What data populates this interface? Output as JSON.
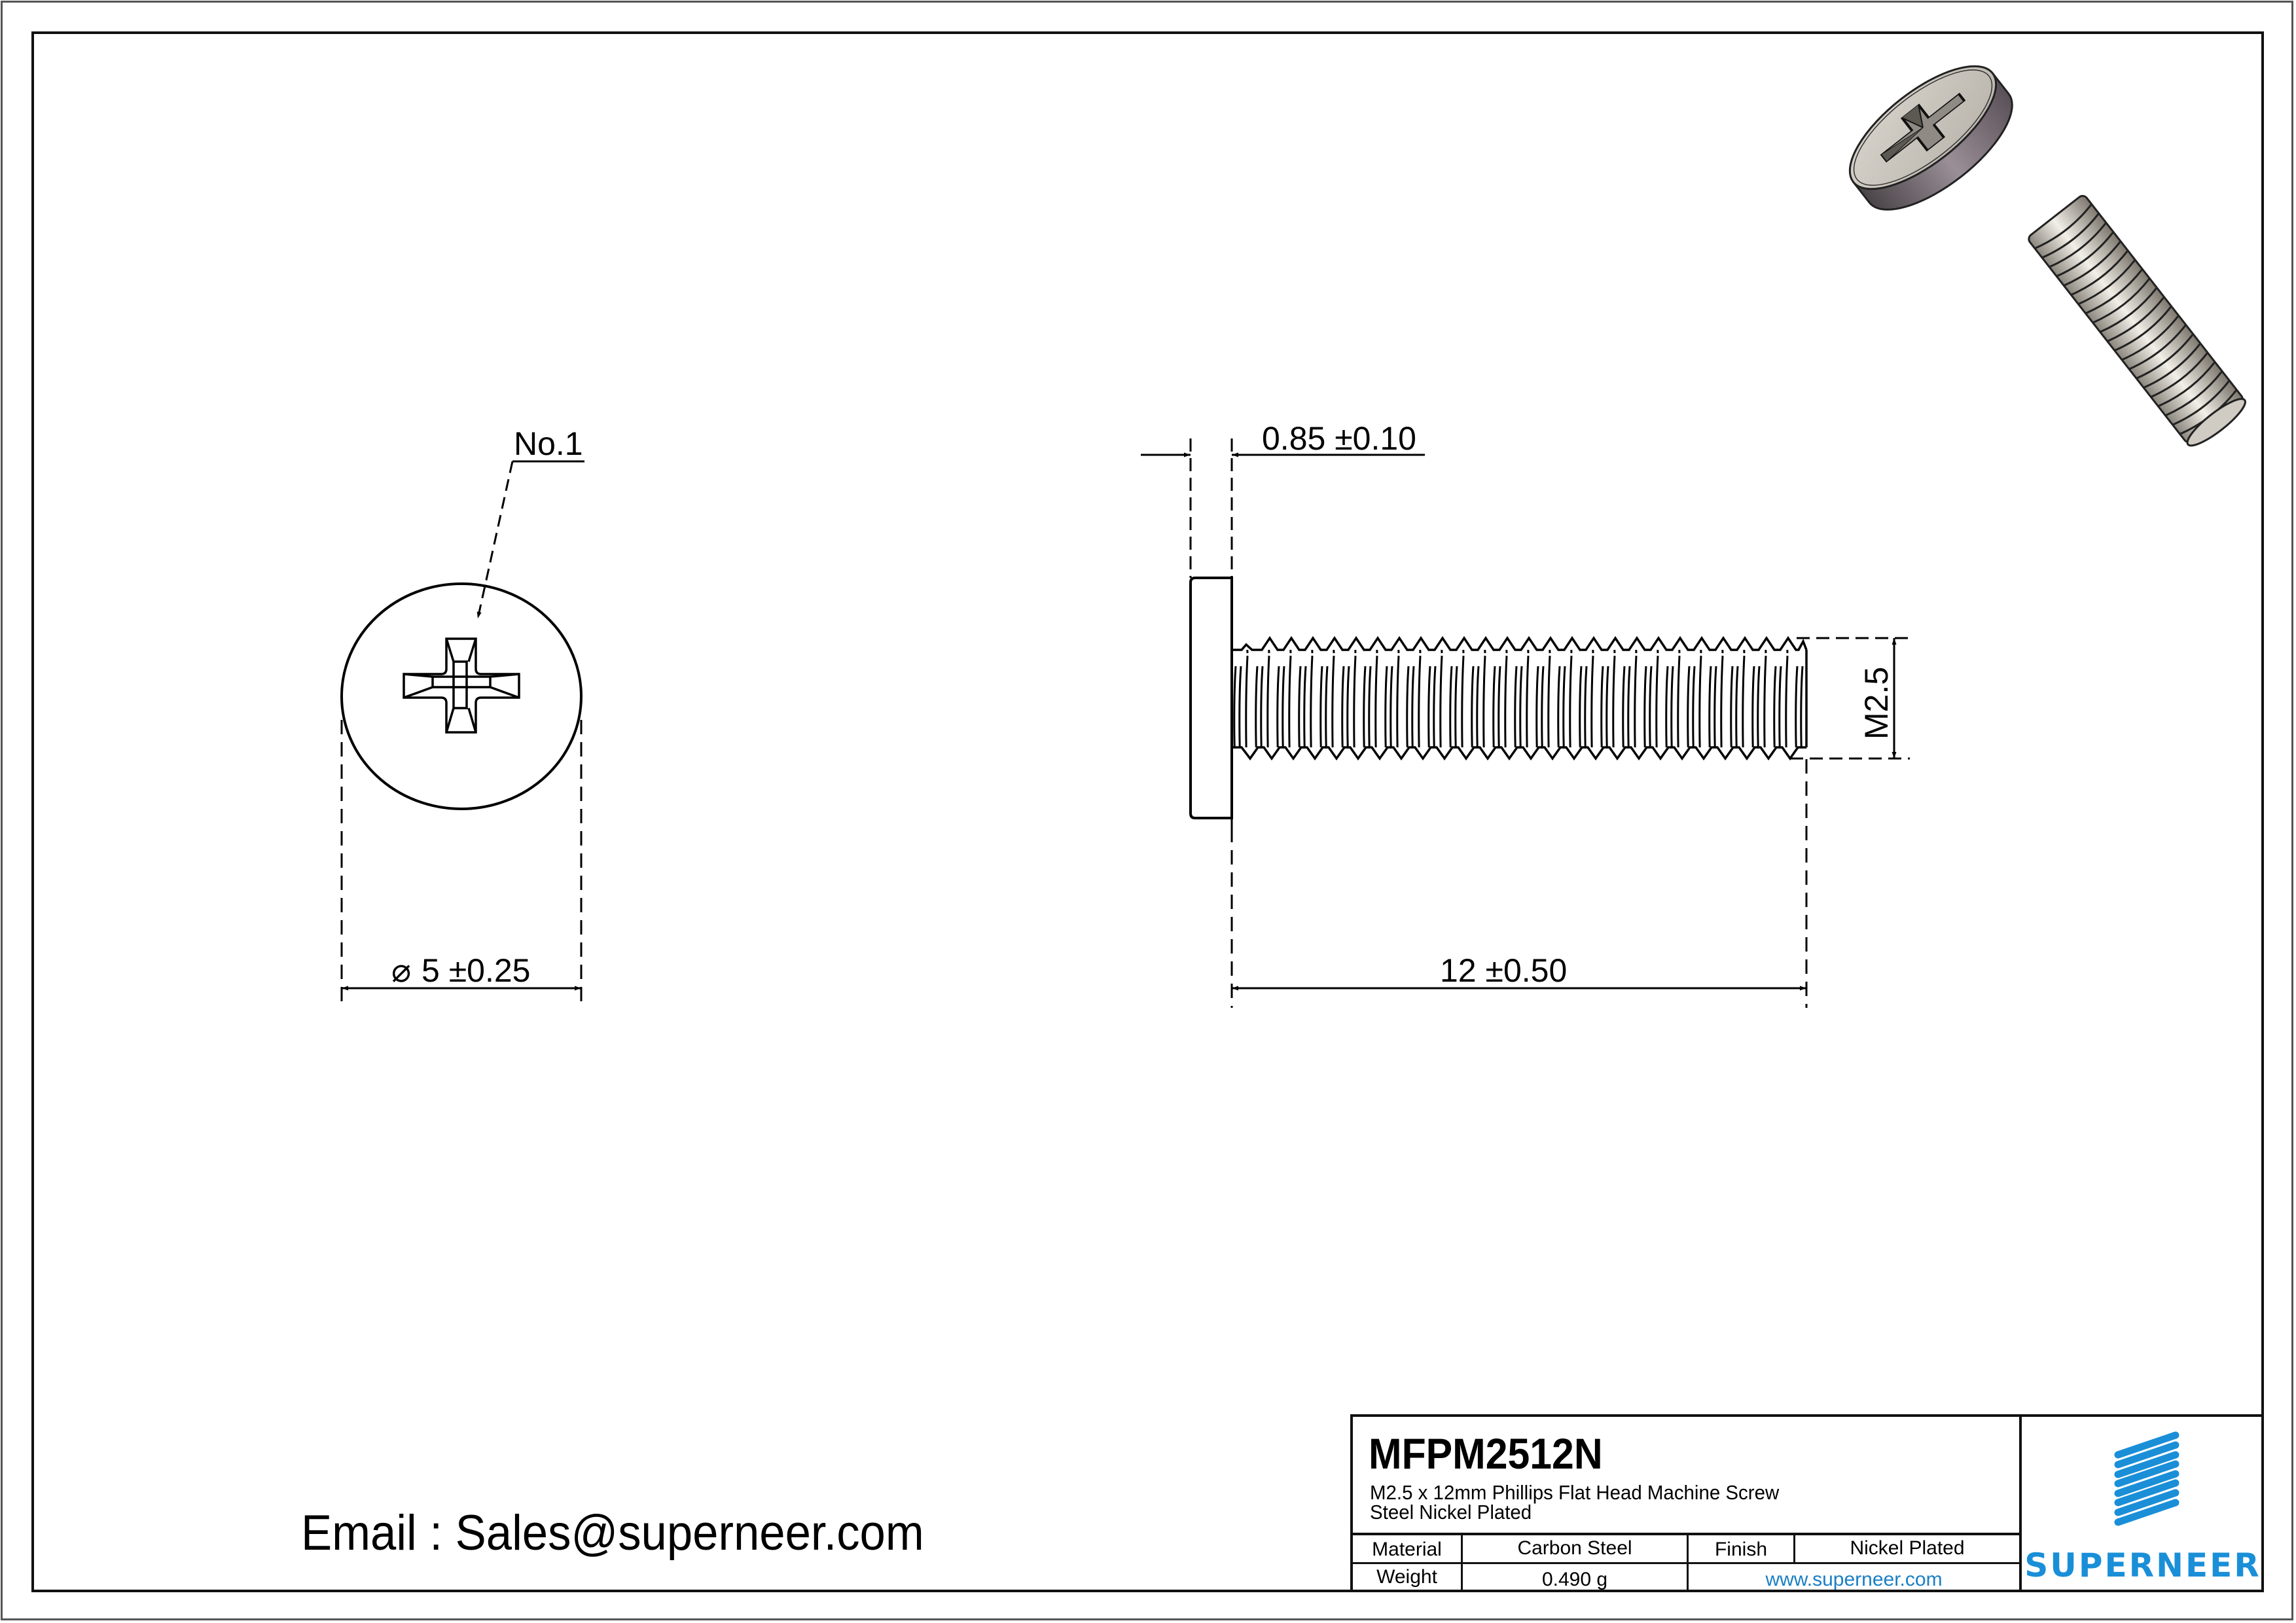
{
  "drawing": {
    "front_view": {
      "leader_label": "No.1",
      "diameter_symbol": "⌀",
      "diameter_dim": "5 ±0.25"
    },
    "side_view": {
      "head_thickness_dim": "0.85 ±0.10",
      "thread_size_dim": "M2.5",
      "length_dim": "12 ±0.50"
    },
    "iso_view": {
      "description": "isometric-screw-render"
    }
  },
  "contact": {
    "email_text": "Email : Sales@superneer.com"
  },
  "title_block": {
    "part_number": "MFPM2512N",
    "description_line1": "M2.5 x 12mm Phillips Flat Head Machine Screw",
    "description_line2": "Steel Nickel Plated",
    "material_label": "Material",
    "material_value": "Carbon Steel",
    "finish_label": "Finish",
    "finish_value": "Nickel Plated",
    "weight_label": "Weight",
    "weight_value": "0.490 g",
    "website": "www.superneer.com",
    "brand": "SUPERNEER",
    "brand_color": "#1a8fd8",
    "link_color": "#1a7fc4"
  }
}
